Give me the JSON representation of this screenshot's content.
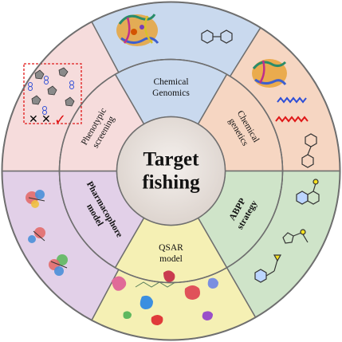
{
  "center": {
    "line1": "Target",
    "line2": "fishing"
  },
  "segments": [
    {
      "id": "chemical-genomics",
      "line1": "Chemical",
      "line2": "Genomics",
      "color": "#c9d9ee"
    },
    {
      "id": "chemical-genetics",
      "line1": "Chemical",
      "line2": "genetics",
      "color": "#f6d6c2"
    },
    {
      "id": "abpp-strategy",
      "line1": "ABPP",
      "line2": "strategy",
      "color": "#cfe4c9"
    },
    {
      "id": "qsar-model",
      "line1": "QSAR",
      "line2": "model",
      "color": "#f5f0b4"
    },
    {
      "id": "pharmacophore-model",
      "line1": "Pharmacophore",
      "line2": "model",
      "color": "#e2d0e8"
    },
    {
      "id": "phenotypic-screening",
      "line1": "Phenotypic",
      "line2": "screening",
      "color": "#f6dcdc"
    }
  ],
  "colors": {
    "ring_border": "#6f6f6f",
    "center_fill": "#e9e3df",
    "check": "#e01010",
    "cross": "#000000"
  }
}
